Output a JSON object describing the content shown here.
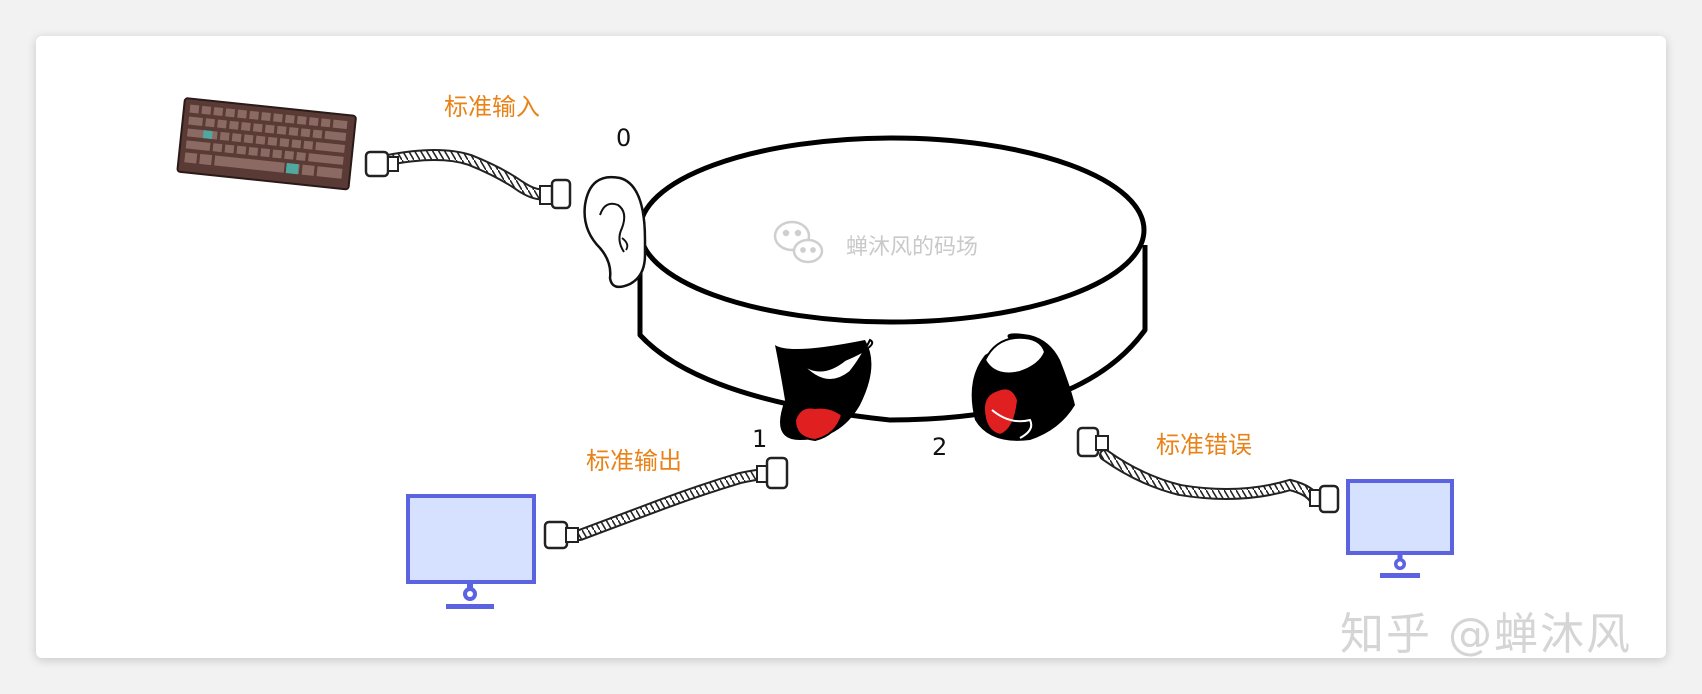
{
  "diagram": {
    "labels": {
      "stdin": "标准输入",
      "stdout": "标准输出",
      "stderr": "标准错误"
    },
    "fd_numbers": {
      "stdin": "0",
      "stdout": "1",
      "stderr": "2"
    },
    "watermark_center": "蝉沐风的码场",
    "watermark_corner": "知乎 @蝉沐风",
    "colors": {
      "label": "#e8831a",
      "monitor_fill": "#d6e0ff",
      "monitor_stroke": "#5b63e0",
      "mouth_red": "#e02020",
      "keyboard": "#5a3a35"
    },
    "icons": [
      "keyboard-icon",
      "ear-icon",
      "mouth-icon",
      "monitor-icon",
      "cable-icon",
      "wechat-icon"
    ]
  }
}
